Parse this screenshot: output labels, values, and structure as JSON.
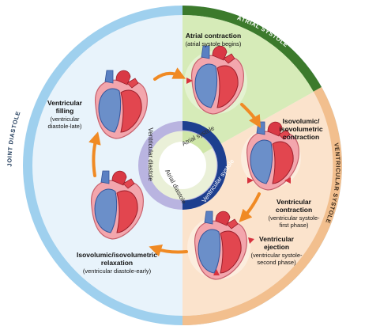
{
  "colors": {
    "diastole_fill": "#e8f3fb",
    "diastole_ring": "#9fd0ee",
    "atrial_fill": "#d6ebb8",
    "atrial_ring": "#3c7a2c",
    "ventricular_fill": "#fbe3cc",
    "ventricular_ring": "#f2bf8e",
    "arrow": "#f08a24",
    "hub_purple": "#b9b4e0",
    "hub_navy": "#1d3f8f",
    "hub_green": "#cfe6a8"
  },
  "outer_ring": {
    "joint_diastole": "JOINT DIASTOLE",
    "atrial_systole": "ATRIAL SYSTOLE",
    "ventricular_systole": "VENTRICULAR SYSTOLE"
  },
  "hub": {
    "ventricular_diastole": "Ventricular diastole",
    "atrial_diastole": "Atrial diastole",
    "atrial_systole": "Atrial systole",
    "ventricular_systole": "Ventricular systole"
  },
  "stages": {
    "atrial_contraction": {
      "title": "Atrial contraction",
      "subtitle": "(atrial systole begins)"
    },
    "isovolumic_contraction": {
      "title_1": "Isovolumic/",
      "title_2": "isovolumetric",
      "title_3": "contraction"
    },
    "ventricular_contraction": {
      "title": "Ventricular",
      "title_2": "contraction",
      "subtitle_1": "(ventricular systole-",
      "subtitle_2": "first phase)"
    },
    "ventricular_ejection": {
      "title": "Ventricular",
      "title_2": "ejection",
      "subtitle_1": "(ventricular systole-",
      "subtitle_2": "second phase)"
    },
    "relaxation": {
      "title_1": "Isovolumic/isovolumetric",
      "title_2": "relaxation",
      "subtitle": "(ventricular diastole-early)"
    },
    "ventricular_filling": {
      "title_1": "Ventricular",
      "title_2": "filling",
      "subtitle_1": "(ventricular",
      "subtitle_2": "diastole-late)"
    }
  }
}
